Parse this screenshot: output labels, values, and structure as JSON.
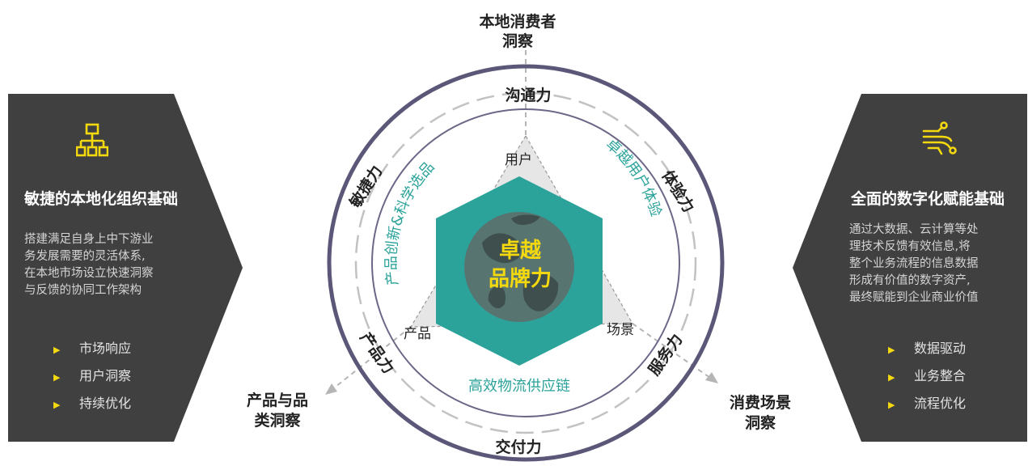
{
  "colors": {
    "panel_bg": "#404040",
    "accent_yellow": "#f5d90f",
    "teal": "#2ba39a",
    "ring_purple": "#5b5778",
    "dashed_gray": "#c2c2c2",
    "inner_ring_purple": "#6c6687"
  },
  "left_panel": {
    "icon": "org-chart-icon",
    "title": "敏捷的本地化组织基础",
    "desc": [
      "搭建满足自身上中下游业",
      "务发展需要的灵活体系,",
      "在本地市场设立快速洞察",
      "与反馈的协同工作架构"
    ],
    "items": [
      "市场响应",
      "用户洞察",
      "持续优化"
    ]
  },
  "right_panel": {
    "icon": "digital-circuit-icon",
    "title": "全面的数字化赋能基础",
    "desc": [
      "通过大数据、云计算等处",
      "理技术反馈有效信息,将",
      "整个业务流程的信息数据",
      "形成有价值的数字资产,",
      "最终赋能到企业商业价值"
    ],
    "items": [
      "数据驱动",
      "业务整合",
      "流程优化"
    ]
  },
  "diagram": {
    "center": [
      "卓越",
      "品牌力"
    ],
    "inner_arcs": {
      "left": "产品创新&科学选品",
      "right": "卓越用户体验",
      "bottom": "高效物流供应链"
    },
    "triangle_vertices": {
      "top": "用户",
      "left": "产品",
      "right": "场景"
    },
    "capabilities": {
      "top": "沟通力",
      "upper_left": "敏捷力",
      "upper_right": "体验力",
      "lower_left": "产品力",
      "lower_right": "服务力",
      "bottom": "交付力"
    },
    "insights": {
      "top": [
        "本地消费者",
        "洞察"
      ],
      "left": [
        "产品与品",
        "类洞察"
      ],
      "right": [
        "消费场景",
        "洞察"
      ]
    }
  }
}
